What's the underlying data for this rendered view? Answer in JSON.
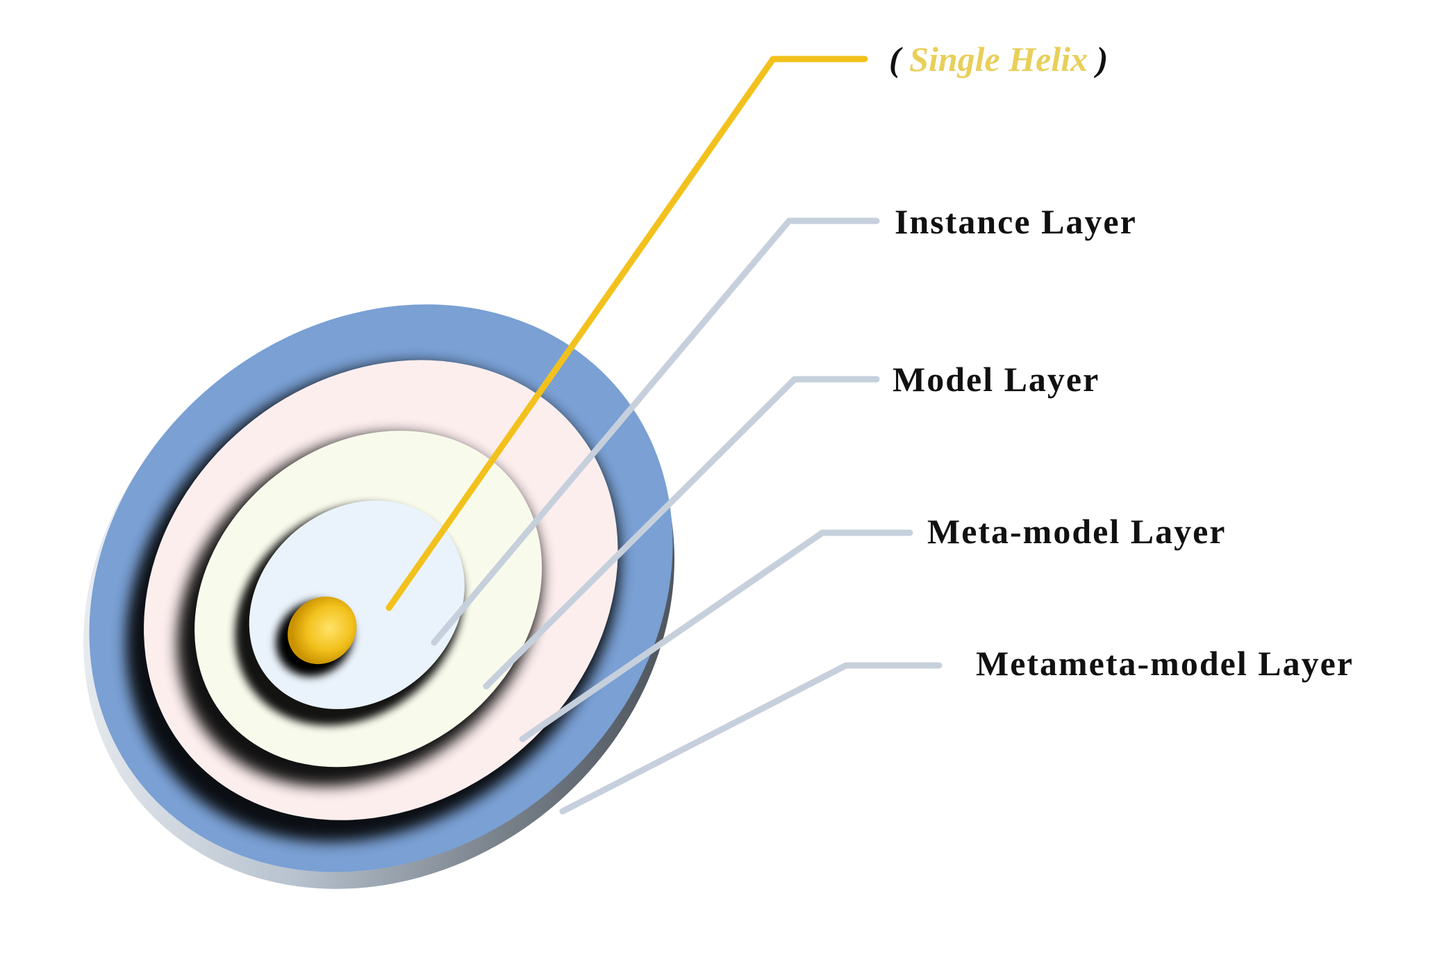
{
  "diagram": {
    "helix": {
      "open_paren": "(",
      "label": "Single Helix",
      "close_paren": ")",
      "color": "#f2c11c",
      "label_color": "#e8cf5a"
    },
    "layers": [
      {
        "id": "instance",
        "label": "Instance Layer",
        "ring_color": "#eaf3fb"
      },
      {
        "id": "model",
        "label": "Model Layer",
        "ring_color": "#f8fbec"
      },
      {
        "id": "meta-model",
        "label": "Meta-model Layer",
        "ring_color": "#fdeeee"
      },
      {
        "id": "metameta-model",
        "label": "Metameta-model Layer",
        "ring_color": "#7aa0d4"
      }
    ],
    "colors": {
      "leader_line": "#c6d0dc",
      "label_text": "#111111",
      "ring_shadow": "#0a0a0a",
      "background": "#ffffff"
    }
  }
}
